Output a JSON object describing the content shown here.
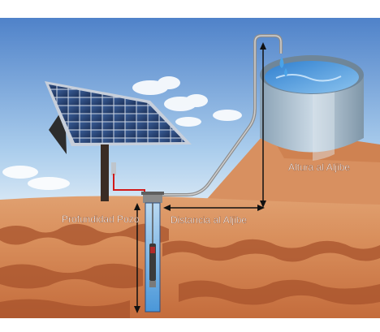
{
  "labels": {
    "depth": "Profundidad Pozo",
    "distance": "Distancia al Aljibe",
    "height": "Altura al Aljibe"
  },
  "colors": {
    "sky_top": "#5f8fd0",
    "sky_bottom": "#cfe3f5",
    "soil": "#d98f5c",
    "soil_dark": "#a0522d",
    "water": "#4a97d8",
    "tank_wall": "#9fb4c4",
    "pipe": "#a8a8a8",
    "dimension_line": "#111111",
    "cable": "#d21a1a"
  },
  "icons": [
    "solar-panel-icon",
    "water-tank-icon",
    "submersible-pump-icon",
    "water-drop-icon"
  ]
}
